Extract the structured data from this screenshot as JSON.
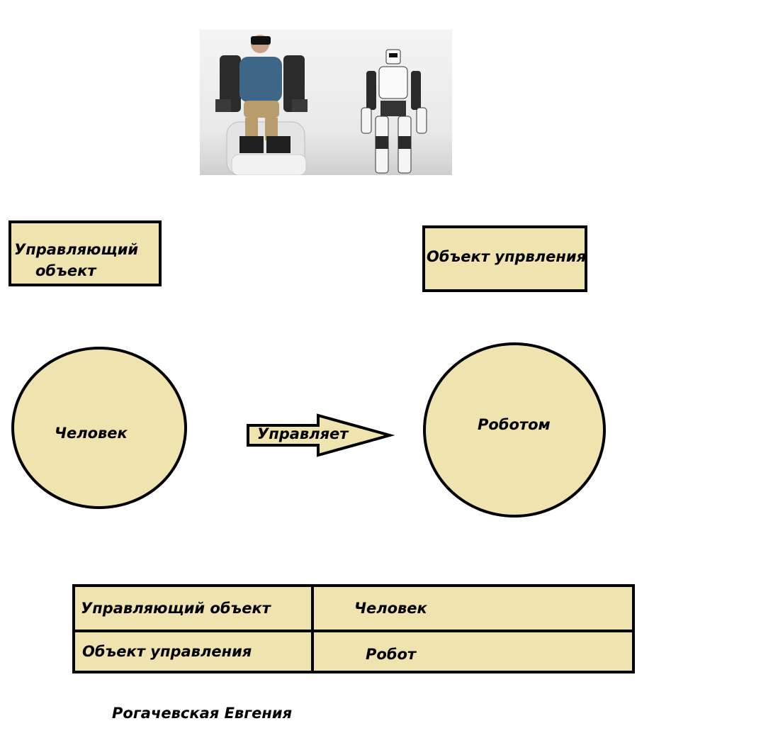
{
  "photo": {
    "description_icon": "human-robot-teleoperation-photo-icon"
  },
  "left_box": {
    "line1": "Управляющий",
    "line2": "объект"
  },
  "right_box": {
    "label": "Объект упрвления"
  },
  "left_circle": {
    "label": "Человек"
  },
  "arrow": {
    "label": "Управляет"
  },
  "right_circle": {
    "label": "Роботом"
  },
  "table": {
    "rows": [
      {
        "key": "Управляющий объект",
        "value": "Человек"
      },
      {
        "key": "Объект управления",
        "value": "Робот"
      }
    ]
  },
  "author": "Рогачевская Евгения",
  "colors": {
    "fill": "#efe4b0",
    "stroke": "#000000"
  }
}
